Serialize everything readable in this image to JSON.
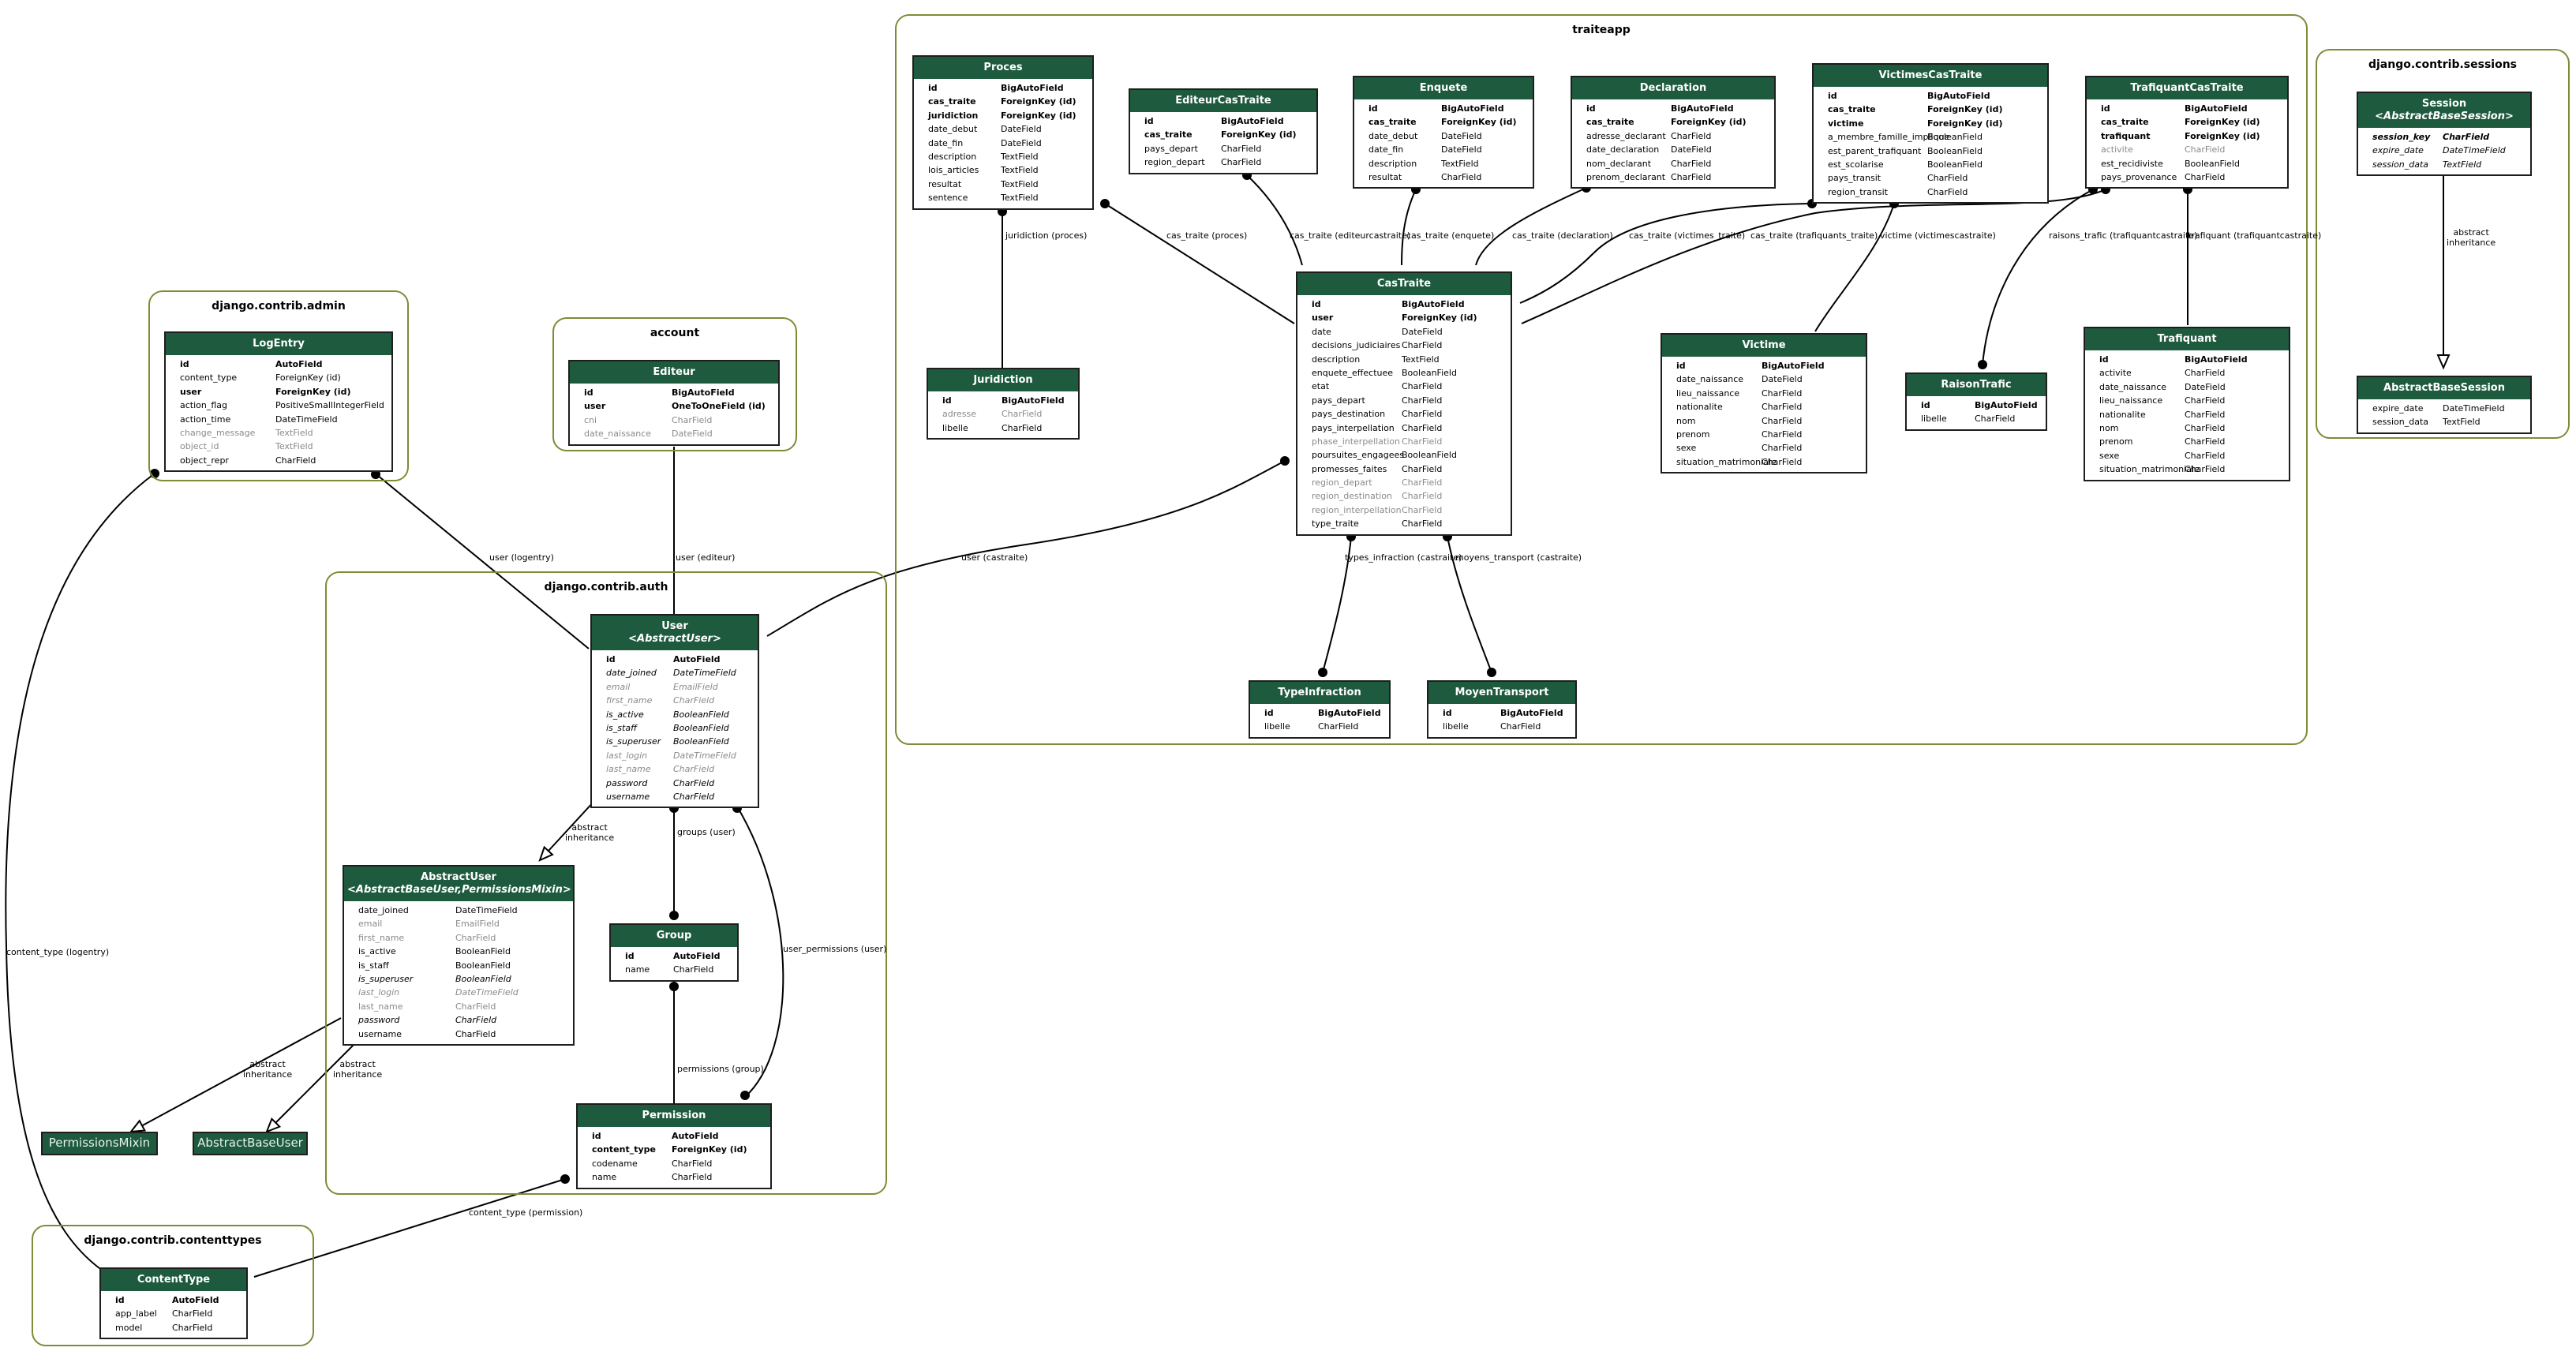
{
  "clusters": {
    "admin": "django.contrib.admin",
    "account": "account",
    "auth": "django.contrib.auth",
    "contenttypes": "django.contrib.contenttypes",
    "traiteapp": "traiteapp",
    "sessions": "django.contrib.sessions"
  },
  "models": {
    "logentry": {
      "title": "LogEntry",
      "fields": [
        {
          "n": "id",
          "t": "AutoField",
          "s": "pk"
        },
        {
          "n": "content_type",
          "t": "ForeignKey (id)",
          "s": ""
        },
        {
          "n": "user",
          "t": "ForeignKey (id)",
          "s": "pk"
        },
        {
          "n": "action_flag",
          "t": "PositiveSmallIntegerField",
          "s": ""
        },
        {
          "n": "action_time",
          "t": "DateTimeField",
          "s": ""
        },
        {
          "n": "change_message",
          "t": "TextField",
          "s": "inh"
        },
        {
          "n": "object_id",
          "t": "TextField",
          "s": "inh"
        },
        {
          "n": "object_repr",
          "t": "CharField",
          "s": ""
        }
      ]
    },
    "editeur": {
      "title": "Editeur",
      "fields": [
        {
          "n": "id",
          "t": "BigAutoField",
          "s": "pk"
        },
        {
          "n": "user",
          "t": "OneToOneField (id)",
          "s": "pk"
        },
        {
          "n": "cni",
          "t": "CharField",
          "s": "inh"
        },
        {
          "n": "date_naissance",
          "t": "DateField",
          "s": "inh"
        }
      ]
    },
    "user": {
      "title": "User",
      "subtitle": "<AbstractUser>",
      "fields": [
        {
          "n": "id",
          "t": "AutoField",
          "s": "pk"
        },
        {
          "n": "date_joined",
          "t": "DateTimeField",
          "s": "abs"
        },
        {
          "n": "email",
          "t": "EmailField",
          "s": "abs inh"
        },
        {
          "n": "first_name",
          "t": "CharField",
          "s": "abs inh"
        },
        {
          "n": "is_active",
          "t": "BooleanField",
          "s": "abs"
        },
        {
          "n": "is_staff",
          "t": "BooleanField",
          "s": "abs"
        },
        {
          "n": "is_superuser",
          "t": "BooleanField",
          "s": "abs"
        },
        {
          "n": "last_login",
          "t": "DateTimeField",
          "s": "abs inh"
        },
        {
          "n": "last_name",
          "t": "CharField",
          "s": "abs inh"
        },
        {
          "n": "password",
          "t": "CharField",
          "s": "abs"
        },
        {
          "n": "username",
          "t": "CharField",
          "s": "abs"
        }
      ]
    },
    "abstractuser": {
      "title": "AbstractUser",
      "subtitle": "<AbstractBaseUser,PermissionsMixin>",
      "fields": [
        {
          "n": "date_joined",
          "t": "DateTimeField",
          "s": ""
        },
        {
          "n": "email",
          "t": "EmailField",
          "s": "inh"
        },
        {
          "n": "first_name",
          "t": "CharField",
          "s": "inh"
        },
        {
          "n": "is_active",
          "t": "BooleanField",
          "s": ""
        },
        {
          "n": "is_staff",
          "t": "BooleanField",
          "s": ""
        },
        {
          "n": "is_superuser",
          "t": "BooleanField",
          "s": "abs"
        },
        {
          "n": "last_login",
          "t": "DateTimeField",
          "s": "abs inh"
        },
        {
          "n": "last_name",
          "t": "CharField",
          "s": "inh"
        },
        {
          "n": "password",
          "t": "CharField",
          "s": "abs"
        },
        {
          "n": "username",
          "t": "CharField",
          "s": ""
        }
      ]
    },
    "group": {
      "title": "Group",
      "fields": [
        {
          "n": "id",
          "t": "AutoField",
          "s": "pk"
        },
        {
          "n": "name",
          "t": "CharField",
          "s": ""
        }
      ]
    },
    "permission": {
      "title": "Permission",
      "fields": [
        {
          "n": "id",
          "t": "AutoField",
          "s": "pk"
        },
        {
          "n": "content_type",
          "t": "ForeignKey (id)",
          "s": "pk"
        },
        {
          "n": "codename",
          "t": "CharField",
          "s": ""
        },
        {
          "n": "name",
          "t": "CharField",
          "s": ""
        }
      ]
    },
    "contenttype": {
      "title": "ContentType",
      "fields": [
        {
          "n": "id",
          "t": "AutoField",
          "s": "pk"
        },
        {
          "n": "app_label",
          "t": "CharField",
          "s": ""
        },
        {
          "n": "model",
          "t": "CharField",
          "s": ""
        }
      ]
    },
    "proces": {
      "title": "Proces",
      "fields": [
        {
          "n": "id",
          "t": "BigAutoField",
          "s": "pk"
        },
        {
          "n": "cas_traite",
          "t": "ForeignKey (id)",
          "s": "pk"
        },
        {
          "n": "juridiction",
          "t": "ForeignKey (id)",
          "s": "pk"
        },
        {
          "n": "date_debut",
          "t": "DateField",
          "s": ""
        },
        {
          "n": "date_fin",
          "t": "DateField",
          "s": ""
        },
        {
          "n": "description",
          "t": "TextField",
          "s": ""
        },
        {
          "n": "lois_articles",
          "t": "TextField",
          "s": ""
        },
        {
          "n": "resultat",
          "t": "TextField",
          "s": ""
        },
        {
          "n": "sentence",
          "t": "TextField",
          "s": ""
        }
      ]
    },
    "editeurcastraite": {
      "title": "EditeurCasTraite",
      "fields": [
        {
          "n": "id",
          "t": "BigAutoField",
          "s": "pk"
        },
        {
          "n": "cas_traite",
          "t": "ForeignKey (id)",
          "s": "pk"
        },
        {
          "n": "pays_depart",
          "t": "CharField",
          "s": ""
        },
        {
          "n": "region_depart",
          "t": "CharField",
          "s": ""
        }
      ]
    },
    "enquete": {
      "title": "Enquete",
      "fields": [
        {
          "n": "id",
          "t": "BigAutoField",
          "s": "pk"
        },
        {
          "n": "cas_traite",
          "t": "ForeignKey (id)",
          "s": "pk"
        },
        {
          "n": "date_debut",
          "t": "DateField",
          "s": ""
        },
        {
          "n": "date_fin",
          "t": "DateField",
          "s": ""
        },
        {
          "n": "description",
          "t": "TextField",
          "s": ""
        },
        {
          "n": "resultat",
          "t": "CharField",
          "s": ""
        }
      ]
    },
    "declaration": {
      "title": "Declaration",
      "fields": [
        {
          "n": "id",
          "t": "BigAutoField",
          "s": "pk"
        },
        {
          "n": "cas_traite",
          "t": "ForeignKey (id)",
          "s": "pk"
        },
        {
          "n": "adresse_declarant",
          "t": "CharField",
          "s": ""
        },
        {
          "n": "date_declaration",
          "t": "DateField",
          "s": ""
        },
        {
          "n": "nom_declarant",
          "t": "CharField",
          "s": ""
        },
        {
          "n": "prenom_declarant",
          "t": "CharField",
          "s": ""
        }
      ]
    },
    "victimescastraite": {
      "title": "VictimesCasTraite",
      "fields": [
        {
          "n": "id",
          "t": "BigAutoField",
          "s": "pk"
        },
        {
          "n": "cas_traite",
          "t": "ForeignKey (id)",
          "s": "pk"
        },
        {
          "n": "victime",
          "t": "ForeignKey (id)",
          "s": "pk"
        },
        {
          "n": "a_membre_famille_implique",
          "t": "BooleanField",
          "s": ""
        },
        {
          "n": "est_parent_trafiquant",
          "t": "BooleanField",
          "s": ""
        },
        {
          "n": "est_scolarise",
          "t": "BooleanField",
          "s": ""
        },
        {
          "n": "pays_transit",
          "t": "CharField",
          "s": ""
        },
        {
          "n": "region_transit",
          "t": "CharField",
          "s": ""
        }
      ]
    },
    "trafiquantcastraite": {
      "title": "TrafiquantCasTraite",
      "fields": [
        {
          "n": "id",
          "t": "BigAutoField",
          "s": "pk"
        },
        {
          "n": "cas_traite",
          "t": "ForeignKey (id)",
          "s": "pk"
        },
        {
          "n": "trafiquant",
          "t": "ForeignKey (id)",
          "s": "pk"
        },
        {
          "n": "activite",
          "t": "CharField",
          "s": "inh"
        },
        {
          "n": "est_recidiviste",
          "t": "BooleanField",
          "s": ""
        },
        {
          "n": "pays_provenance",
          "t": "CharField",
          "s": ""
        }
      ]
    },
    "castraite": {
      "title": "CasTraite",
      "fields": [
        {
          "n": "id",
          "t": "BigAutoField",
          "s": "pk"
        },
        {
          "n": "user",
          "t": "ForeignKey (id)",
          "s": "pk"
        },
        {
          "n": "date",
          "t": "DateField",
          "s": ""
        },
        {
          "n": "decisions_judiciaires",
          "t": "CharField",
          "s": ""
        },
        {
          "n": "description",
          "t": "TextField",
          "s": ""
        },
        {
          "n": "enquete_effectuee",
          "t": "BooleanField",
          "s": ""
        },
        {
          "n": "etat",
          "t": "CharField",
          "s": ""
        },
        {
          "n": "pays_depart",
          "t": "CharField",
          "s": ""
        },
        {
          "n": "pays_destination",
          "t": "CharField",
          "s": ""
        },
        {
          "n": "pays_interpellation",
          "t": "CharField",
          "s": ""
        },
        {
          "n": "phase_interpellation",
          "t": "CharField",
          "s": "inh"
        },
        {
          "n": "poursuites_engagees",
          "t": "BooleanField",
          "s": ""
        },
        {
          "n": "promesses_faites",
          "t": "CharField",
          "s": ""
        },
        {
          "n": "region_depart",
          "t": "CharField",
          "s": "inh"
        },
        {
          "n": "region_destination",
          "t": "CharField",
          "s": "inh"
        },
        {
          "n": "region_interpellation",
          "t": "CharField",
          "s": "inh"
        },
        {
          "n": "type_traite",
          "t": "CharField",
          "s": ""
        }
      ]
    },
    "juridiction": {
      "title": "Juridiction",
      "fields": [
        {
          "n": "id",
          "t": "BigAutoField",
          "s": "pk"
        },
        {
          "n": "adresse",
          "t": "CharField",
          "s": "inh"
        },
        {
          "n": "libelle",
          "t": "CharField",
          "s": ""
        }
      ]
    },
    "victime": {
      "title": "Victime",
      "fields": [
        {
          "n": "id",
          "t": "BigAutoField",
          "s": "pk"
        },
        {
          "n": "date_naissance",
          "t": "DateField",
          "s": ""
        },
        {
          "n": "lieu_naissance",
          "t": "CharField",
          "s": ""
        },
        {
          "n": "nationalite",
          "t": "CharField",
          "s": ""
        },
        {
          "n": "nom",
          "t": "CharField",
          "s": ""
        },
        {
          "n": "prenom",
          "t": "CharField",
          "s": ""
        },
        {
          "n": "sexe",
          "t": "CharField",
          "s": ""
        },
        {
          "n": "situation_matrimoniale",
          "t": "CharField",
          "s": ""
        }
      ]
    },
    "raisontrafic": {
      "title": "RaisonTrafic",
      "fields": [
        {
          "n": "id",
          "t": "BigAutoField",
          "s": "pk"
        },
        {
          "n": "libelle",
          "t": "CharField",
          "s": ""
        }
      ]
    },
    "trafiquant": {
      "title": "Trafiquant",
      "fields": [
        {
          "n": "id",
          "t": "BigAutoField",
          "s": "pk"
        },
        {
          "n": "activite",
          "t": "CharField",
          "s": ""
        },
        {
          "n": "date_naissance",
          "t": "DateField",
          "s": ""
        },
        {
          "n": "lieu_naissance",
          "t": "CharField",
          "s": ""
        },
        {
          "n": "nationalite",
          "t": "CharField",
          "s": ""
        },
        {
          "n": "nom",
          "t": "CharField",
          "s": ""
        },
        {
          "n": "prenom",
          "t": "CharField",
          "s": ""
        },
        {
          "n": "sexe",
          "t": "CharField",
          "s": ""
        },
        {
          "n": "situation_matrimoniale",
          "t": "CharField",
          "s": ""
        }
      ]
    },
    "typeinfraction": {
      "title": "TypeInfraction",
      "fields": [
        {
          "n": "id",
          "t": "BigAutoField",
          "s": "pk"
        },
        {
          "n": "libelle",
          "t": "CharField",
          "s": ""
        }
      ]
    },
    "moyentransport": {
      "title": "MoyenTransport",
      "fields": [
        {
          "n": "id",
          "t": "BigAutoField",
          "s": "pk"
        },
        {
          "n": "libelle",
          "t": "CharField",
          "s": ""
        }
      ]
    },
    "session": {
      "title": "Session",
      "subtitle": "<AbstractBaseSession>",
      "fields": [
        {
          "n": "session_key",
          "t": "CharField",
          "s": "abs pk"
        },
        {
          "n": "expire_date",
          "t": "DateTimeField",
          "s": "abs"
        },
        {
          "n": "session_data",
          "t": "TextField",
          "s": "abs"
        }
      ]
    },
    "abstractbasesession": {
      "title": "AbstractBaseSession",
      "fields": [
        {
          "n": "expire_date",
          "t": "DateTimeField",
          "s": ""
        },
        {
          "n": "session_data",
          "t": "TextField",
          "s": ""
        }
      ]
    }
  },
  "mixins": {
    "permissionsmixin": "PermissionsMixin",
    "abstractbaseuser": "AbstractBaseUser"
  },
  "edge_labels": {
    "user_logentry": "user (logentry)",
    "user_editeur": "user (editeur)",
    "user_castraite": "user (castraite)",
    "content_type_logentry": "content_type (logentry)",
    "abstract_inheritance_user": "abstract\ninheritance",
    "groups_user": "groups (user)",
    "user_permissions_user": "user_permissions (user)",
    "permissions_group": "permissions (group)",
    "abstract_inheritance_pm": "abstract\ninheritance",
    "abstract_inheritance_abu": "abstract\ninheritance",
    "content_type_permission": "content_type (permission)",
    "juridiction_proces": "juridiction (proces)",
    "cas_traite_proces": "cas_traite (proces)",
    "cas_traite_editeurcastraite": "cas_traite (editeurcastraite)",
    "cas_traite_enquete": "cas_traite (enquete)",
    "cas_traite_declaration": "cas_traite (declaration)",
    "cas_traite_victimes_traite": "cas_traite (victimes_traite)",
    "cas_traite_trafiquants_traite": "cas_traite (trafiquants_traite)",
    "victime_victimescastraite": "victime (victimescastraite)",
    "raisons_trafic": "raisons_trafic (trafiquantcastraite)",
    "trafiquant_trafiquantcastraite": "trafiquant (trafiquantcastraite)",
    "types_infraction": "types_infraction (castraite)",
    "moyens_transport": "moyens_transport (castraite)",
    "abstract_inheritance_session": "abstract\ninheritance"
  }
}
